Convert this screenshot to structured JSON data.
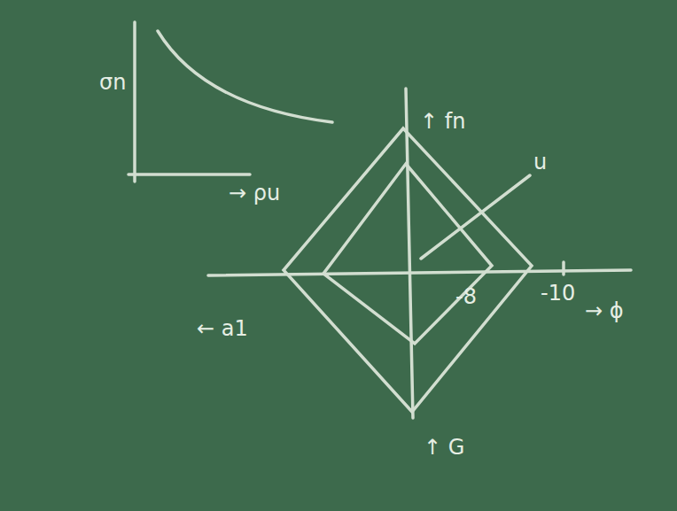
{
  "diagram": {
    "labels": [
      "σn",
      "→ ρu",
      "↑ fn",
      "u",
      "-8",
      "-10",
      "→ ϕ",
      "← a1",
      "↑ G"
    ]
  }
}
